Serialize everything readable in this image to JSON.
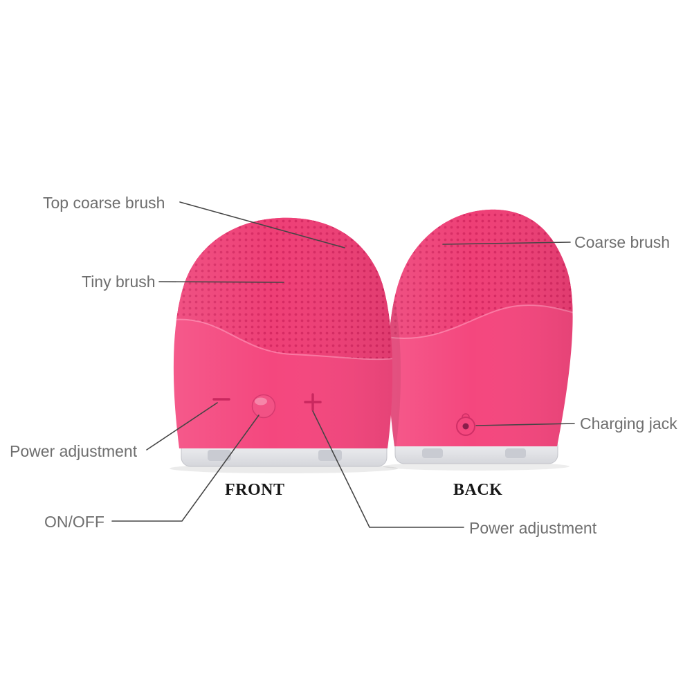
{
  "figure_title": "facial cleansing brush front and back annotation",
  "captions": {
    "front": "FRONT",
    "back": "BACK"
  },
  "callouts": {
    "top_coarse_brush": "Top coarse brush",
    "tiny_brush": "Tiny brush",
    "coarse_brush": "Coarse brush",
    "charging_jack": "Charging jack",
    "power_adjustment_left": "Power adjustment",
    "on_off": "ON/OFF",
    "power_adjustment_bottom": "Power adjustment"
  },
  "icons": {
    "power_minus": "−",
    "power_plus": "+",
    "power_button": "dome-circle",
    "charging_jack_port": "circle-with-hole"
  },
  "colors": {
    "body_pink": "#f4477e",
    "brush_pink": "#ee3f76",
    "dot_pink": "#d72962",
    "base_gray": "#dfe0e5",
    "label_text": "#6e6e6e",
    "caption_text": "#161616",
    "callout_line": "#454545"
  }
}
